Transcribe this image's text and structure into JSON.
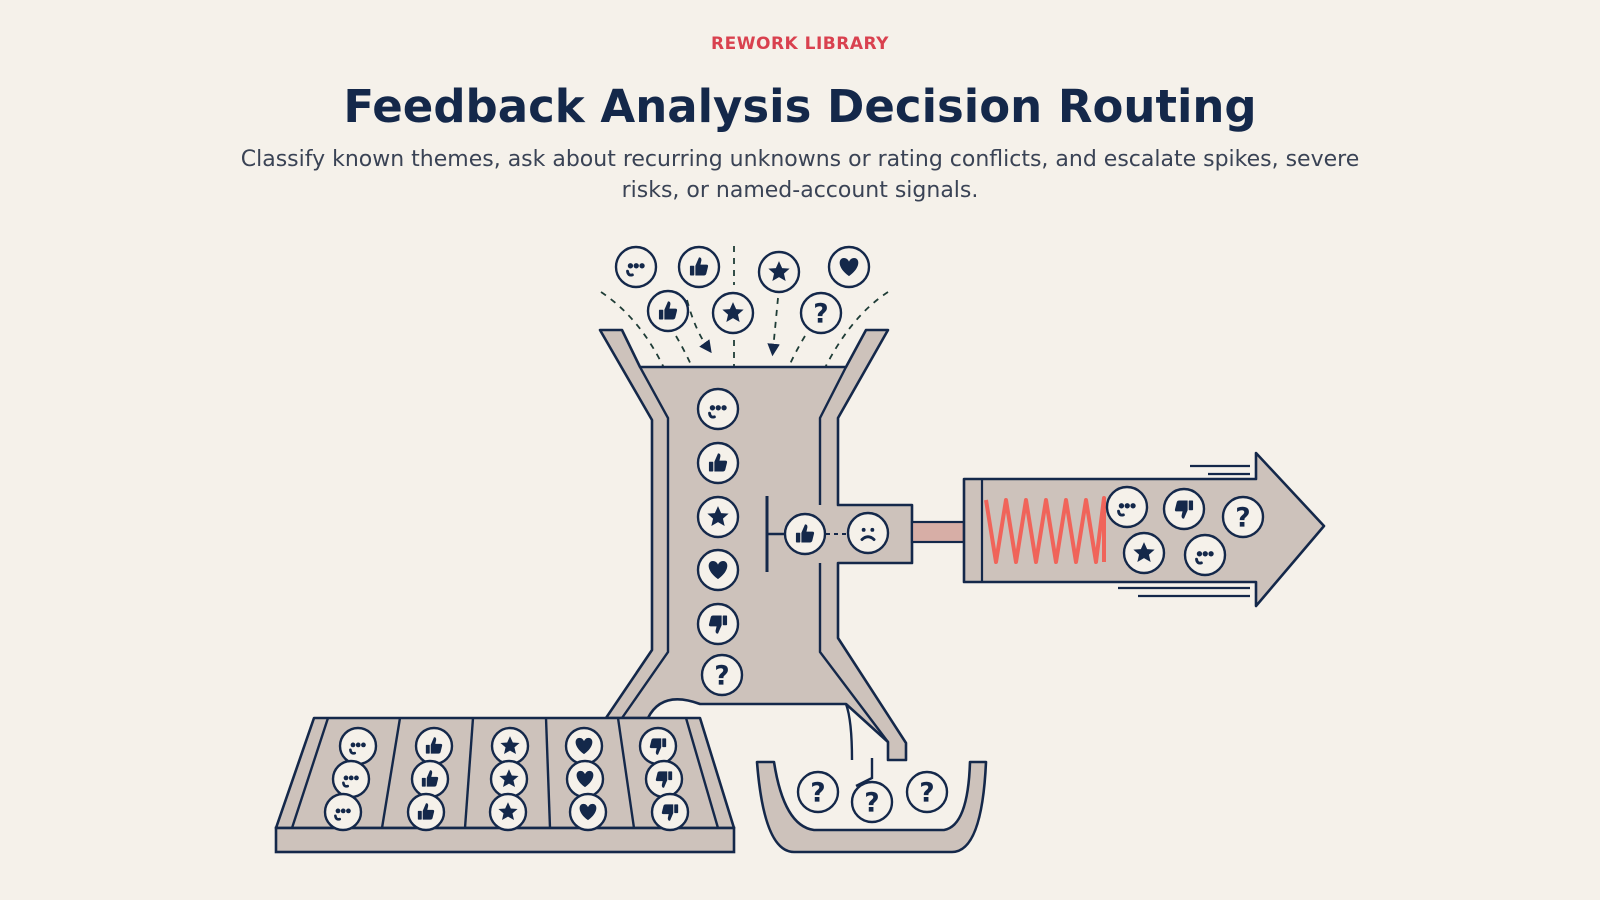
{
  "header": {
    "eyebrow": "REWORK LIBRARY",
    "title": "Feedback Analysis Decision Routing",
    "subtitle": "Classify known themes, ask about recurring unknowns or rating conflicts, and escalate spikes, severe risks, or named-account signals."
  },
  "colors": {
    "background": "#f5f1ea",
    "ink": "#14284a",
    "machine_fill": "#cdc2bb",
    "accent_red": "#d9414f",
    "spring_red": "#f0645a",
    "flow_dash": "#1e3c36"
  },
  "icons": {
    "incoming": [
      "chat-bubble-icon",
      "thumbs-up-icon",
      "star-icon",
      "heart-icon",
      "thumbs-up-icon",
      "star-icon",
      "question-icon"
    ],
    "funnel_queue": [
      "chat-bubble-icon",
      "thumbs-up-icon",
      "star-icon",
      "heart-icon",
      "thumbs-down-icon",
      "question-icon"
    ],
    "comparator": [
      "thumbs-up-icon",
      "sad-face-icon"
    ],
    "escalation": [
      "chat-bubble-icon",
      "thumbs-down-icon",
      "question-icon",
      "star-icon",
      "chat-bubble-icon"
    ],
    "sorted_bins": [
      [
        "chat-bubble-icon",
        "chat-bubble-icon",
        "chat-bubble-icon"
      ],
      [
        "thumbs-up-icon",
        "thumbs-up-icon",
        "thumbs-up-icon"
      ],
      [
        "star-icon",
        "star-icon",
        "star-icon"
      ],
      [
        "heart-icon",
        "heart-icon",
        "heart-icon"
      ],
      [
        "thumbs-down-icon",
        "thumbs-down-icon",
        "thumbs-down-icon"
      ]
    ],
    "unknown_tray": [
      "question-icon",
      "question-icon",
      "question-icon"
    ]
  }
}
